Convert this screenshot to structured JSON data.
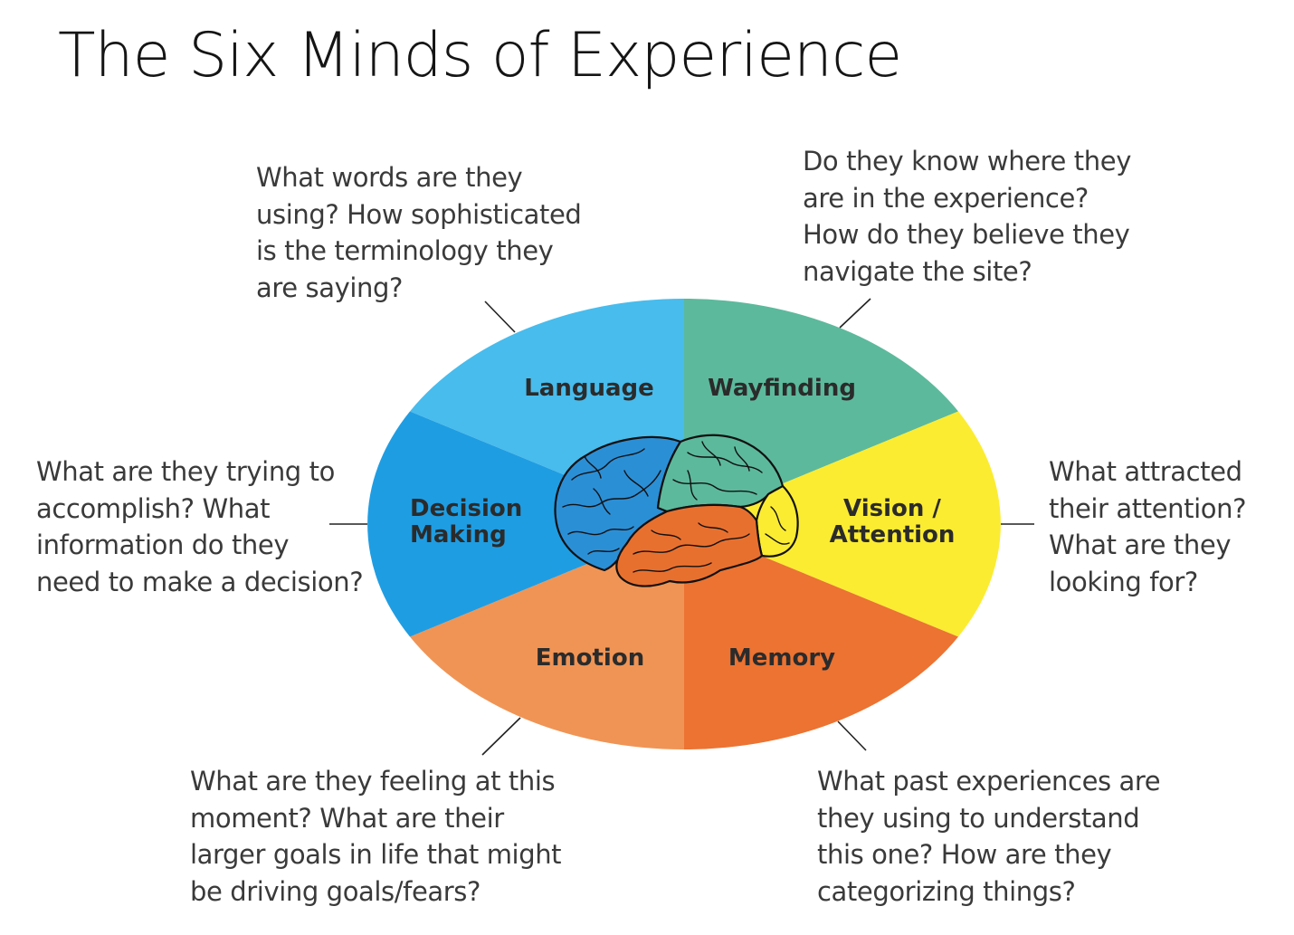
{
  "title": "The Six Minds of Experience",
  "segments": {
    "language": {
      "label": "Language",
      "color": "#48BCEC"
    },
    "wayfinding": {
      "label": "Wayfinding",
      "color": "#5CB99C"
    },
    "vision": {
      "label_line1": "Vision /",
      "label_line2": "Attention",
      "color": "#FBEC32"
    },
    "memory": {
      "label": "Memory",
      "color": "#EC7332"
    },
    "emotion": {
      "label": "Emotion",
      "color": "#F09455"
    },
    "decision": {
      "label_line1": "Decision",
      "label_line2": "Making",
      "color": "#1F9DE2"
    }
  },
  "questions": {
    "language": [
      "What words are they",
      "using?  How sophisticated",
      "is the terminology they",
      "are saying?"
    ],
    "wayfinding": [
      "Do they know where they",
      "are in the experience?",
      "How do they believe they",
      "navigate the site?"
    ],
    "vision": [
      "What attracted",
      "their attention?",
      "What are they",
      "looking for?"
    ],
    "memory": [
      "What past experiences are",
      "they using to understand",
      "this one? How are they",
      "categorizing things?"
    ],
    "emotion": [
      "What are they feeling at this",
      "moment? What are their",
      "larger goals in life that might",
      "be driving goals/fears?"
    ],
    "decision": [
      "What are they trying to",
      "accomplish? What",
      "information do they",
      "need to make a decision?"
    ]
  },
  "brain": {
    "frontal_color": "#2B8FD6",
    "parietal_color": "#5CB99C",
    "occipital_color": "#FBEC32",
    "temporal_color": "#E8702F"
  }
}
